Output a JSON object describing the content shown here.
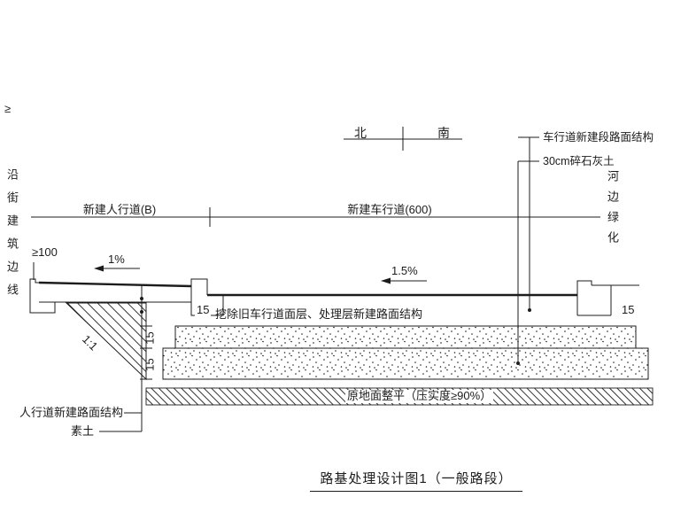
{
  "title": "路基处理设计图1（一般路段）",
  "compass": {
    "north": "北",
    "south": "南"
  },
  "annotations": {
    "pavement_structure": "车行道新建段路面结构",
    "gravel_lime": "30cm碎石灰土",
    "riverside_green": "河边绿化",
    "street_building_line": "沿街建筑边线",
    "corner_mark": "≥",
    "sidewalk_span": "新建人行道(B)",
    "roadway_span": "新建车行道(600)",
    "min_clearance": "≥100",
    "slope_1": "1%",
    "slope_1_5": "1.5%",
    "excavation_note": "挖除旧车行道面层、处理层新建路面结构",
    "ground_note": "原地面整平（压实度≥90%）",
    "sidewalk_structure": "人行道新建路面结构",
    "plain_soil": "素土",
    "slope_ratio": "1:1",
    "dim_15": "15"
  },
  "colors": {
    "line": "#1c1c1c",
    "background": "#ffffff"
  }
}
